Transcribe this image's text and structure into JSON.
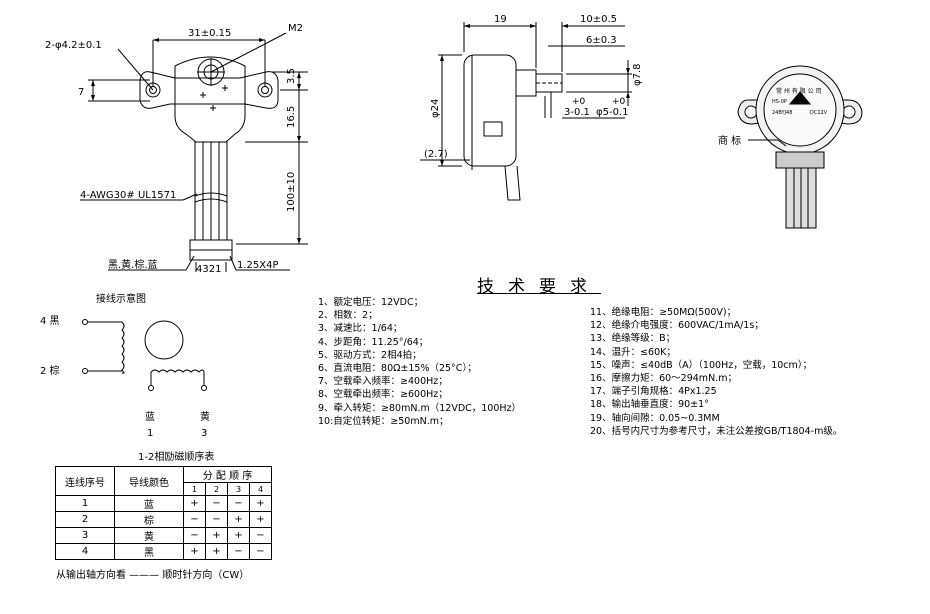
{
  "drawing": {
    "dim_width": "31±0.15",
    "label_m2": "M2",
    "dim_holes": "2-φ4.2±0.1",
    "dim_7": "7",
    "dim_3_5": "3.5",
    "dim_16_5": "16.5",
    "dim_100": "100±10",
    "cable_spec": "4-AWG30# UL1571",
    "wire_colors": "黑.黄.棕.蓝",
    "connector_pins": "4321",
    "connector_pitch": "1.25X4P",
    "side_dim_19": "19",
    "side_dim_10": "10±0.5",
    "side_dim_6": "6±0.3",
    "side_dim_24": "φ24",
    "side_dim_8": "φ7.8",
    "side_dim_3": "3-0.1",
    "side_dim_3_sup": "+0",
    "side_dim_5": "φ5-0.1",
    "side_dim_5_sup": "+0",
    "side_dim_2_7": "(2.7)",
    "trademark_label": "商 标"
  },
  "wiring": {
    "title": "接线示意图",
    "wire4_label": "4 黑",
    "wire2_label": "2 棕",
    "wire1_name": "蓝",
    "wire1_num": "1",
    "wire3_name": "黄",
    "wire3_num": "3"
  },
  "sequence_table": {
    "title": "1-2相励磁顺序表",
    "headers": [
      "连线序号",
      "导线颜色",
      "分 配 顺 序"
    ],
    "steps": [
      "1",
      "2",
      "3",
      "4"
    ],
    "rows": [
      {
        "no": "1",
        "color": "蓝",
        "cells": [
          "+",
          "−",
          "−",
          "+"
        ]
      },
      {
        "no": "2",
        "color": "棕",
        "cells": [
          "−",
          "−",
          "+",
          "+"
        ]
      },
      {
        "no": "3",
        "color": "黄",
        "cells": [
          "−",
          "+",
          "+",
          "−"
        ]
      },
      {
        "no": "4",
        "color": "黑",
        "cells": [
          "+",
          "+",
          "−",
          "−"
        ]
      }
    ]
  },
  "footer": "从输出轴方向看 ——— 顺时针方向（CW）",
  "requirements": {
    "title": "技术要求",
    "left": [
      "1、额定电压：12VDC；",
      "2、相数：2；",
      "3、减速比：1/64；",
      "4、步距角：11.25°/64；",
      "5、驱动方式：2相4拍；",
      "6、直流电阻：80Ω±15%（25°C）；",
      "7、空载牵入频率：≥400Hz；",
      "8、空载牵出频率：≥600Hz；",
      "9、牵入转矩：≥80mN.m（12VDC，100Hz）",
      "10:自定位转矩：≥50mN.m；"
    ],
    "right": [
      "11、绝缘电阻：≥50MΩ(500V)；",
      "12、绝缘介电强度：600VAC/1mA/1s；",
      "13、绝缘等级：B；",
      "14、温升：≤60K；",
      "15、噪声：≤40dB（A）（100Hz，空载，10cm）；",
      "16、摩擦力矩：60～294mN.m；",
      "17、端子引角规格：4Px1.25",
      "18、输出轴垂直度：90±1°",
      "19、轴向间隙：0.05~0.3MM",
      "20、括号内尺寸为参考尺寸，未注公差按GB/T1804-m级。"
    ]
  }
}
